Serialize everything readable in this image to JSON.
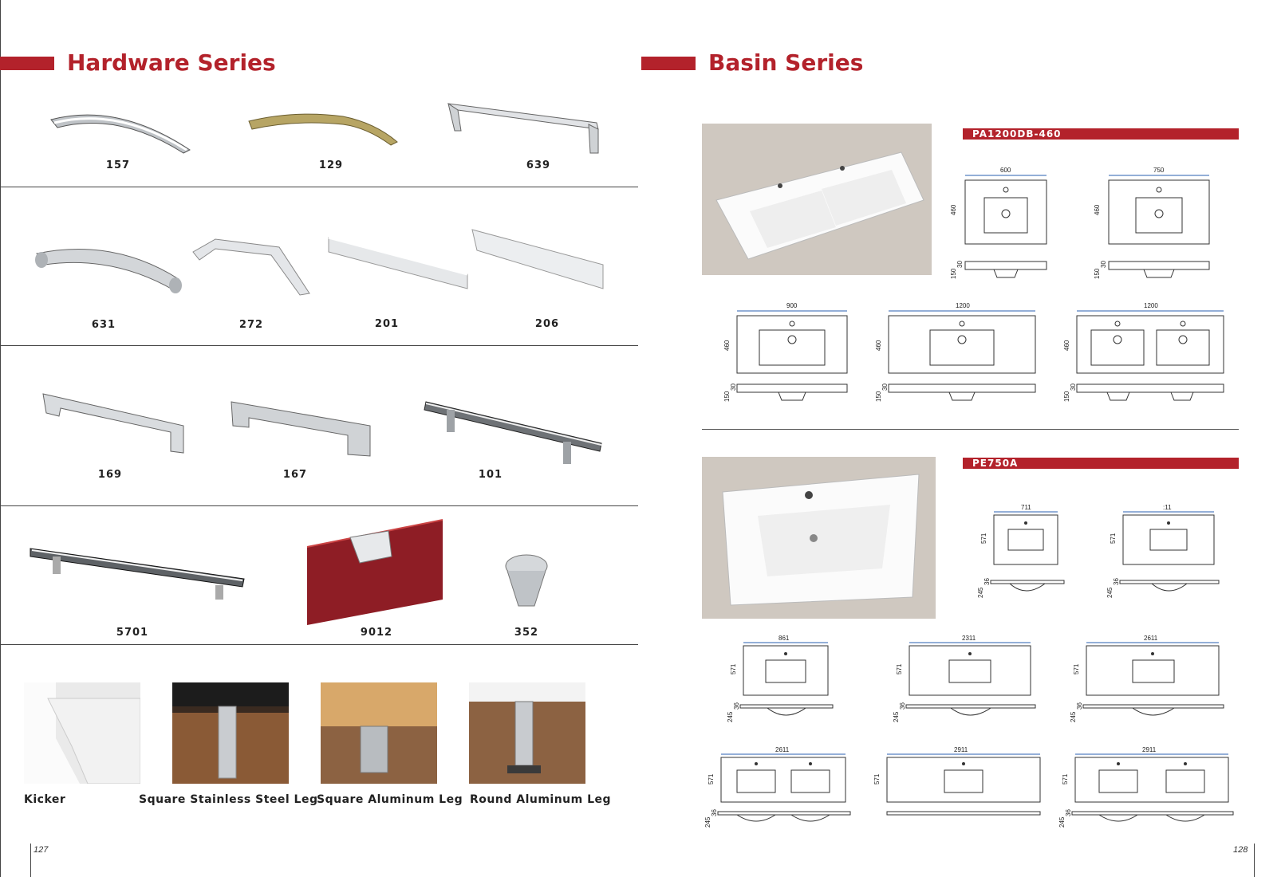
{
  "left": {
    "title": "Hardware Series",
    "rows": [
      [
        {
          "code": "157"
        },
        {
          "code": "129"
        },
        {
          "code": "639"
        }
      ],
      [
        {
          "code": "631"
        },
        {
          "code": "272"
        },
        {
          "code": "201"
        },
        {
          "code": "206"
        }
      ],
      [
        {
          "code": "169"
        },
        {
          "code": "167"
        },
        {
          "code": "101"
        }
      ],
      [
        {
          "code": "5701"
        },
        {
          "code": "9012"
        },
        {
          "code": "352"
        }
      ]
    ],
    "legs": [
      "Kicker",
      "Square Stainless Steel  Leg",
      "Square Aluminum Leg",
      "Round Aluminum Leg"
    ],
    "page_number": "127"
  },
  "right": {
    "title": "Basin Series",
    "model1": {
      "name": "PA1200DB-460",
      "top": [
        {
          "width": "600",
          "depth": "460",
          "h1": "150",
          "h2": "30"
        },
        {
          "width": "750",
          "depth": "460",
          "h1": "150",
          "h2": "30"
        }
      ],
      "bottom": [
        {
          "width": "900",
          "depth": "460",
          "h1": "150",
          "h2": "30"
        },
        {
          "width": "1200",
          "depth": "460",
          "h1": "150",
          "h2": "30"
        },
        {
          "width": "1200",
          "depth": "460",
          "h1": "150",
          "h2": "30"
        }
      ]
    },
    "model2": {
      "name": "PE750A",
      "top": [
        {
          "width": "711",
          "depth": "571",
          "h1": "245",
          "h2": "36"
        },
        {
          "width": ":11",
          "depth": "571",
          "h1": "245",
          "h2": "36"
        }
      ],
      "mid": [
        {
          "width": "861",
          "depth": "571",
          "h1": "245",
          "h2": "36"
        },
        {
          "width": "2311",
          "depth": "571",
          "h1": "245",
          "h2": "36"
        },
        {
          "width": "2611",
          "depth": "571",
          "h1": "245",
          "h2": "36"
        }
      ],
      "bottom": [
        {
          "width": "2611",
          "depth": "571",
          "h1": "245",
          "h2": "36"
        },
        {
          "width": "2911",
          "depth": "571"
        },
        {
          "width": "2911",
          "depth": "571",
          "h1": "245",
          "h2": "36"
        }
      ]
    },
    "page_number": "128"
  }
}
